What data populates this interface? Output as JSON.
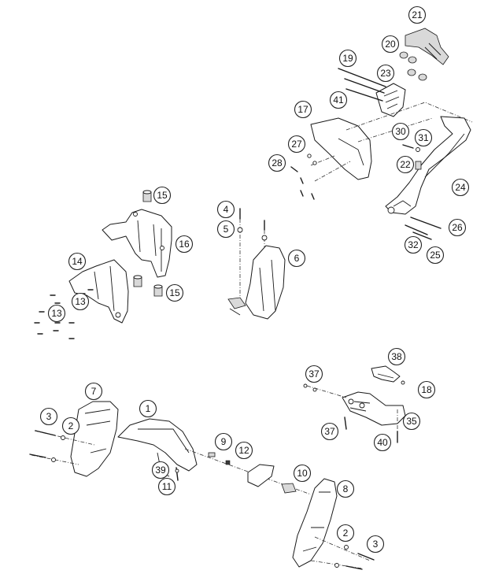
{
  "diagram": {
    "callouts": [
      "21",
      "20",
      "19",
      "23",
      "41",
      "17",
      "30",
      "31",
      "27",
      "22",
      "28",
      "24",
      "26",
      "32",
      "25",
      "15",
      "16",
      "4",
      "5",
      "6",
      "14",
      "13",
      "13",
      "15",
      "7",
      "1",
      "3",
      "2",
      "9",
      "12",
      "39",
      "11",
      "10",
      "8",
      "2",
      "3",
      "38",
      "37",
      "18",
      "35",
      "37",
      "40"
    ]
  }
}
